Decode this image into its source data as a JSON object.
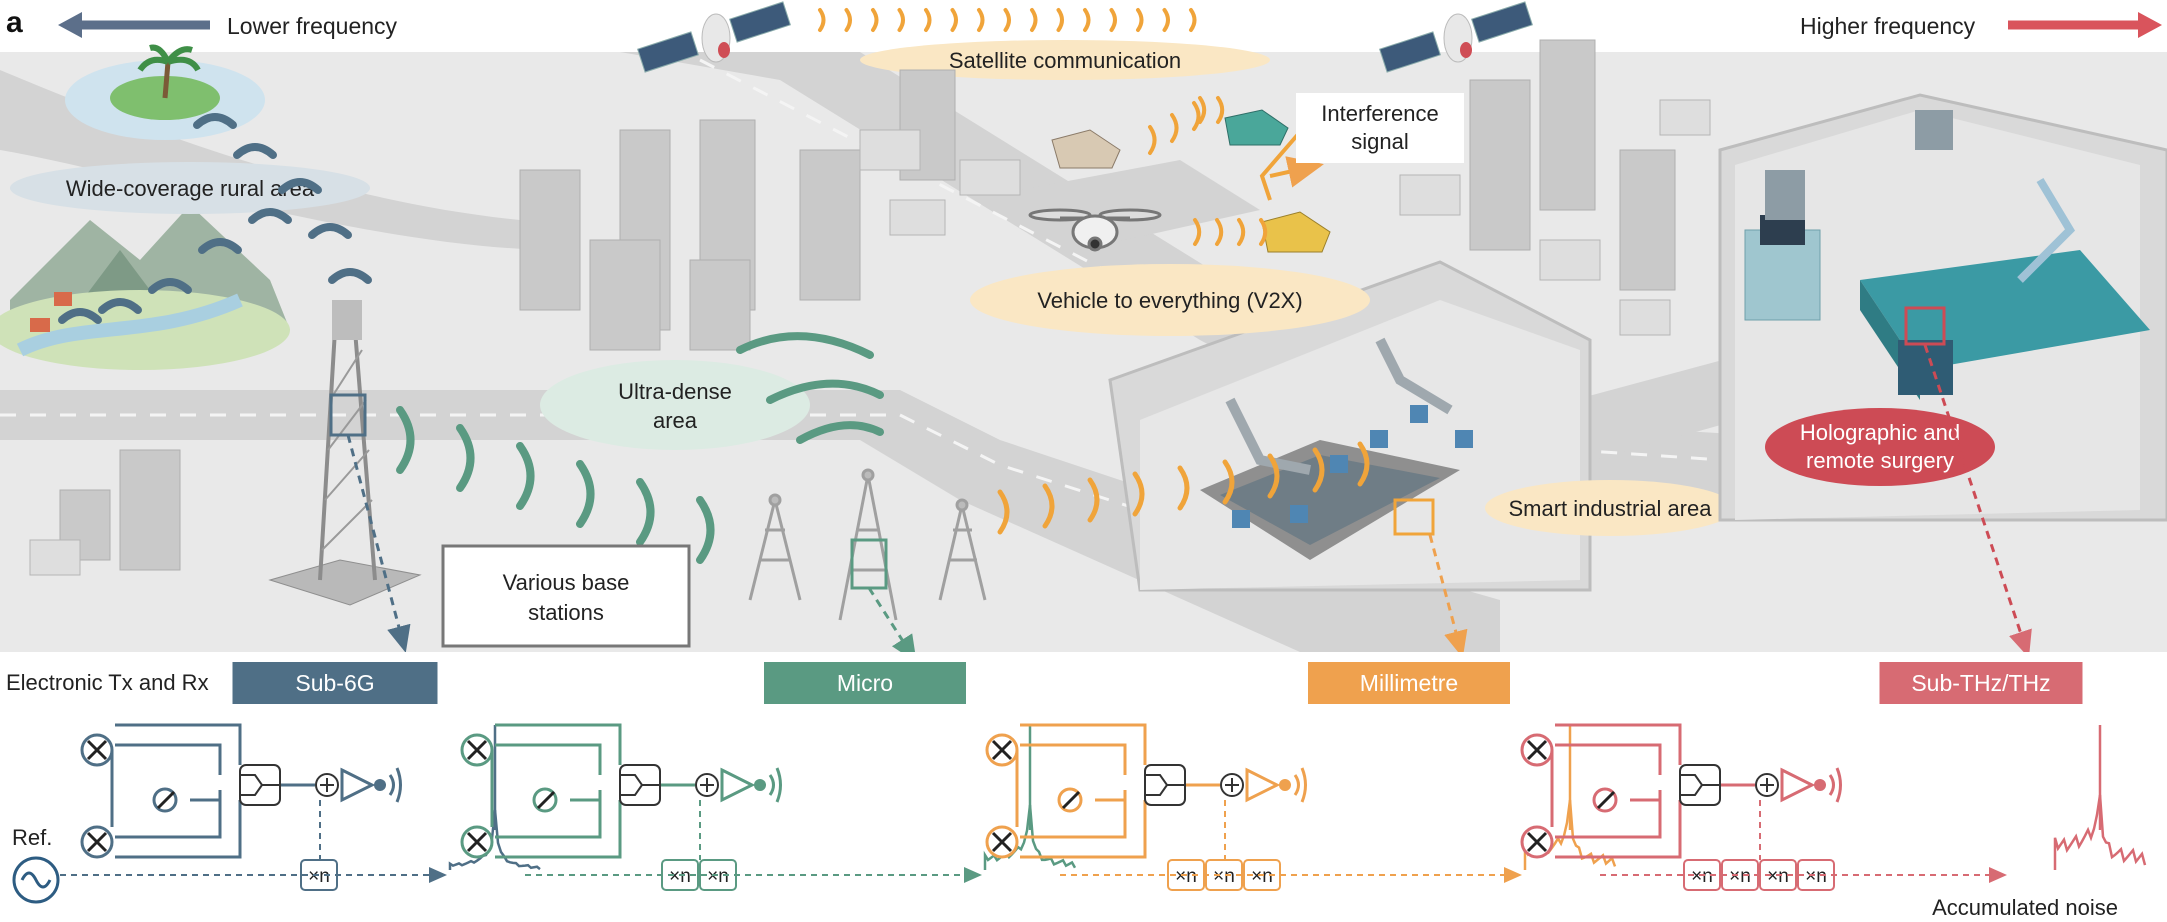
{
  "panel_letter": "a",
  "frequency_axis": {
    "lower_label": "Lower frequency",
    "higher_label": "Higher frequency"
  },
  "scene_labels": {
    "satellite": "Satellite communication",
    "rural_area": "Wide-coverage rural area",
    "interference_line1": "Interference",
    "interference_line2": "signal",
    "v2x": "Vehicle to everything (V2X)",
    "ultra_dense_line1": "Ultra-dense",
    "ultra_dense_line2": "area",
    "base_stations_line1": "Various base",
    "base_stations_line2": "stations",
    "industrial": "Smart industrial area",
    "surgery_line1": "Holographic and",
    "surgery_line2": "remote surgery"
  },
  "bottom": {
    "section_title": "Electronic Tx and Rx",
    "reference_label": "Ref.",
    "multiplier_label": "×n",
    "accumulated_noise": "Accumulated noise"
  },
  "bands": [
    {
      "label": "Sub-6G",
      "multipliers": 1,
      "color": "#4f6f86"
    },
    {
      "label": "Micro",
      "multipliers": 2,
      "color": "#5a9a82"
    },
    {
      "label": "Millimetre",
      "multipliers": 3,
      "color": "#efa14e"
    },
    {
      "label": "Sub-THz/THz",
      "multipliers": 4,
      "color": "#d76b73"
    }
  ],
  "colors": {
    "lower_arrow": "#5c6f8a",
    "higher_arrow": "#d9545c",
    "scene_background": "#e9e9e9",
    "road": "#d6d6d6",
    "label_bubble_blue": "#d7e0e6",
    "label_bubble_green": "#dcebe3",
    "label_bubble_orange": "#fae7c4",
    "label_bubble_red": "#cd4b55",
    "signal_orange": "#f0a43a",
    "signal_green": "#5a9a82",
    "signal_blue": "#4f6f86"
  }
}
